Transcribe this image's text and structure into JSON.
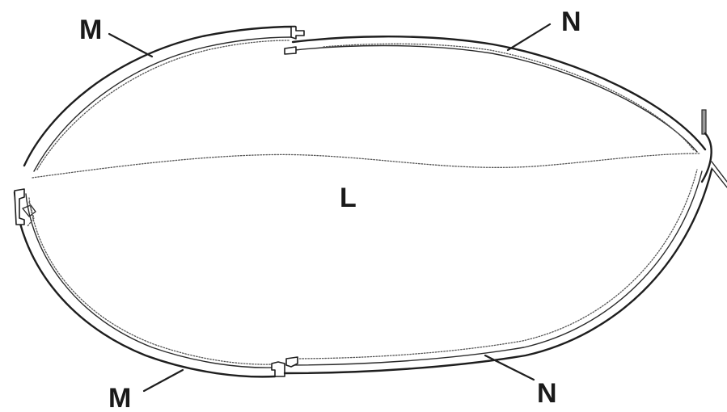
{
  "labels": {
    "upper_left": "M",
    "upper_right": "N",
    "center": "L",
    "lower_left": "M",
    "lower_right": "N"
  },
  "colors": {
    "line": "#1e1e1e",
    "background": "#ffffff"
  }
}
